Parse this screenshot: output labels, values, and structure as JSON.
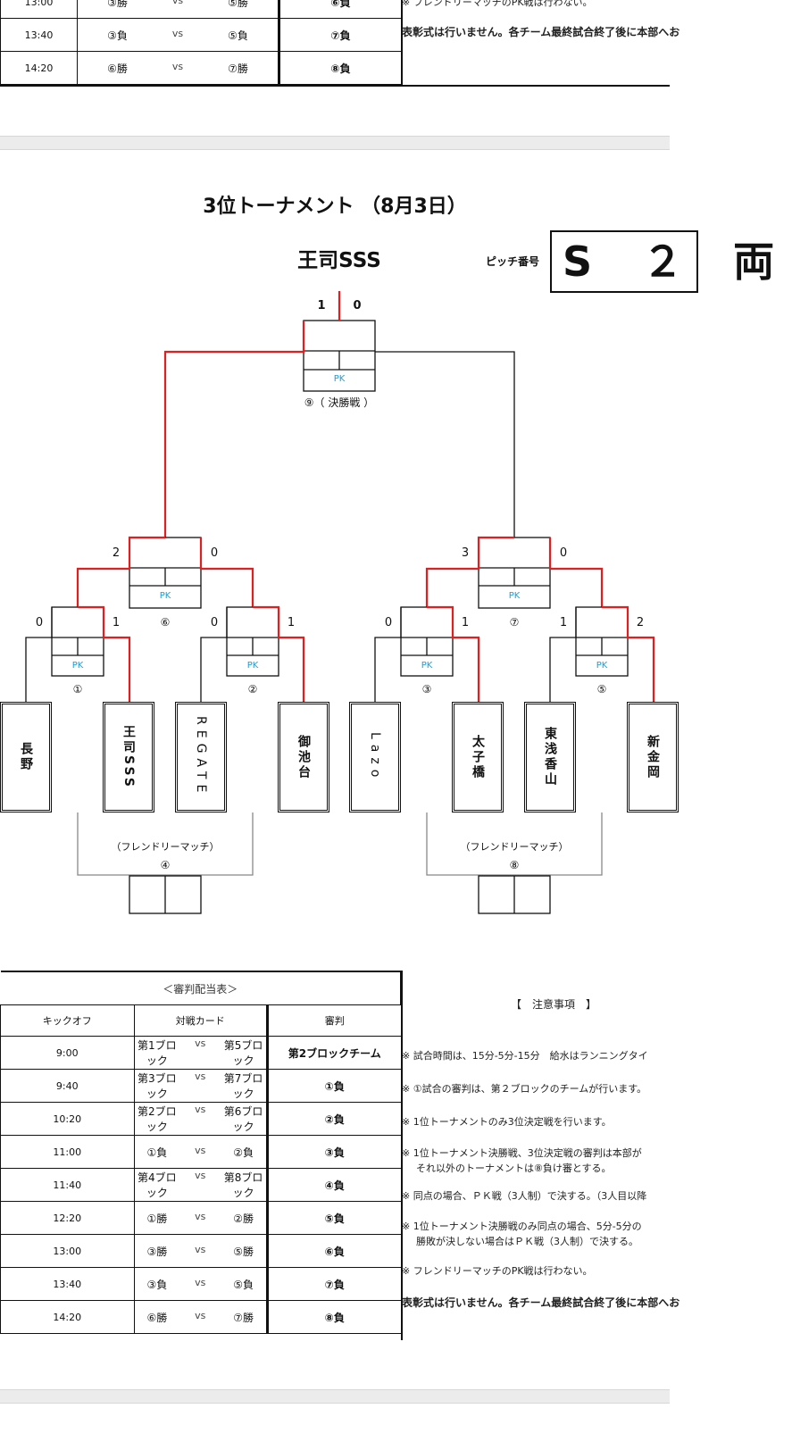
{
  "schedule_rows": [
    {
      "time": "9:00",
      "home": "第1ブロック",
      "vs": "vs",
      "away": "第5ブロック",
      "ref": "第2ブロックチーム"
    },
    {
      "time": "9:40",
      "home": "第3ブロック",
      "vs": "vs",
      "away": "第7ブロック",
      "ref": "①負"
    },
    {
      "time": "10:20",
      "home": "第2ブロック",
      "vs": "vs",
      "away": "第6ブロック",
      "ref": "②負"
    },
    {
      "time": "11:00",
      "home": "①負",
      "vs": "vs",
      "away": "②負",
      "ref": "③負"
    },
    {
      "time": "11:40",
      "home": "第4ブロック",
      "vs": "vs",
      "away": "第8ブロック",
      "ref": "④負"
    },
    {
      "time": "12:20",
      "home": "①勝",
      "vs": "vs",
      "away": "②勝",
      "ref": "⑤負"
    },
    {
      "time": "13:00",
      "home": "③勝",
      "vs": "vs",
      "away": "⑤勝",
      "ref": "⑥負"
    },
    {
      "time": "13:40",
      "home": "③負",
      "vs": "vs",
      "away": "⑤負",
      "ref": "⑦負"
    },
    {
      "time": "14:20",
      "home": "⑥勝",
      "vs": "vs",
      "away": "⑦勝",
      "ref": "⑧負"
    }
  ],
  "top_fragment": {
    "note_friendly": "※ フレンドリーマッチのPK戦は行わない。",
    "note_award": "表彰式は行いません。各チーム最終試合終了後に本部へお"
  },
  "bracket": {
    "title": "3位トーナメント （8月3日）",
    "winner": "王司SSS",
    "pitch_label": "ピッチ番号",
    "pitch_value": "S ２ 両",
    "pk_label": "PK",
    "final_label": "⑨（ 決勝戦 ）",
    "final_scores": [
      "1",
      "0"
    ],
    "semi_scores": [
      "2",
      "0",
      "3",
      "0"
    ],
    "qf_scores": [
      "0",
      "1",
      "0",
      "1",
      "0",
      "1",
      "1",
      "2"
    ],
    "game_numbers": [
      "①",
      "②",
      "③",
      "⑤",
      "⑥",
      "⑦"
    ],
    "friendly_label": "（フレンドリーマッチ）",
    "friendly_numbers": [
      "④",
      "⑧"
    ],
    "teams": [
      "長野",
      "王司SSS",
      "REGATE",
      "御池台",
      "Lazo",
      "太子橋",
      "東浅香山",
      "新金岡"
    ]
  },
  "referee_table": {
    "title": "＜審判配当表＞",
    "col_time": "キックオフ",
    "col_match": "対戦カード",
    "col_ref": "審判"
  },
  "notes": {
    "heading": "【　注意事項　】",
    "items": [
      "※ 試合時間は、15分-5分-15分　給水はランニングタイ",
      "※ ①試合の審判は、第２ブロックのチームが行います。",
      "※ 1位トーナメントのみ3位決定戦を行います。",
      "※ 1位トーナメント決勝戦、3位決定戦の審判は本部が",
      "それ以外のトーナメントは⑧負け審とする。",
      "※ 同点の場合、ＰＫ戦（3人制）で決する。（3人目以降",
      "※ 1位トーナメント決勝戦のみ同点の場合、5分-5分の",
      "勝敗が決しない場合はＰＫ戦（3人制）で決する。",
      "※ フレンドリーマッチのPK戦は行わない。"
    ],
    "award": "表彰式は行いません。各チーム最終試合終了後に本部へお"
  }
}
